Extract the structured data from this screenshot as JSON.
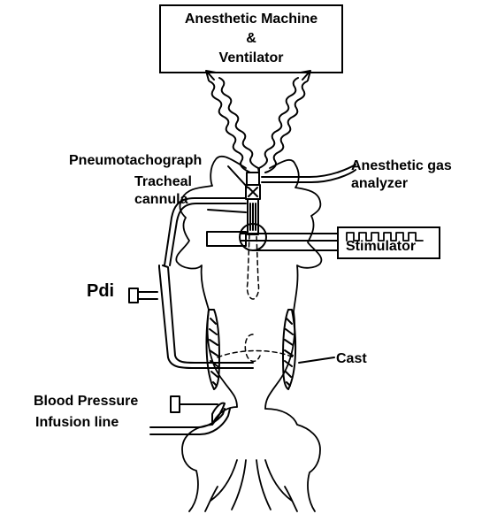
{
  "machine": {
    "line1": "Anesthetic Machine",
    "line2": "&",
    "line3": "Ventilator"
  },
  "labels": {
    "pneumotachograph": "Pneumotachograph",
    "gas_analyzer_line1": "Anesthetic gas",
    "gas_analyzer_line2": "analyzer",
    "tracheal_line1": "Tracheal",
    "tracheal_line2": "cannula",
    "stimulator": "Stimulator",
    "pdi": "Pdi",
    "cast": "Cast",
    "blood_pressure": "Blood Pressure",
    "infusion_line": "Infusion line"
  },
  "colors": {
    "ink": "#000000",
    "background": "#ffffff"
  }
}
